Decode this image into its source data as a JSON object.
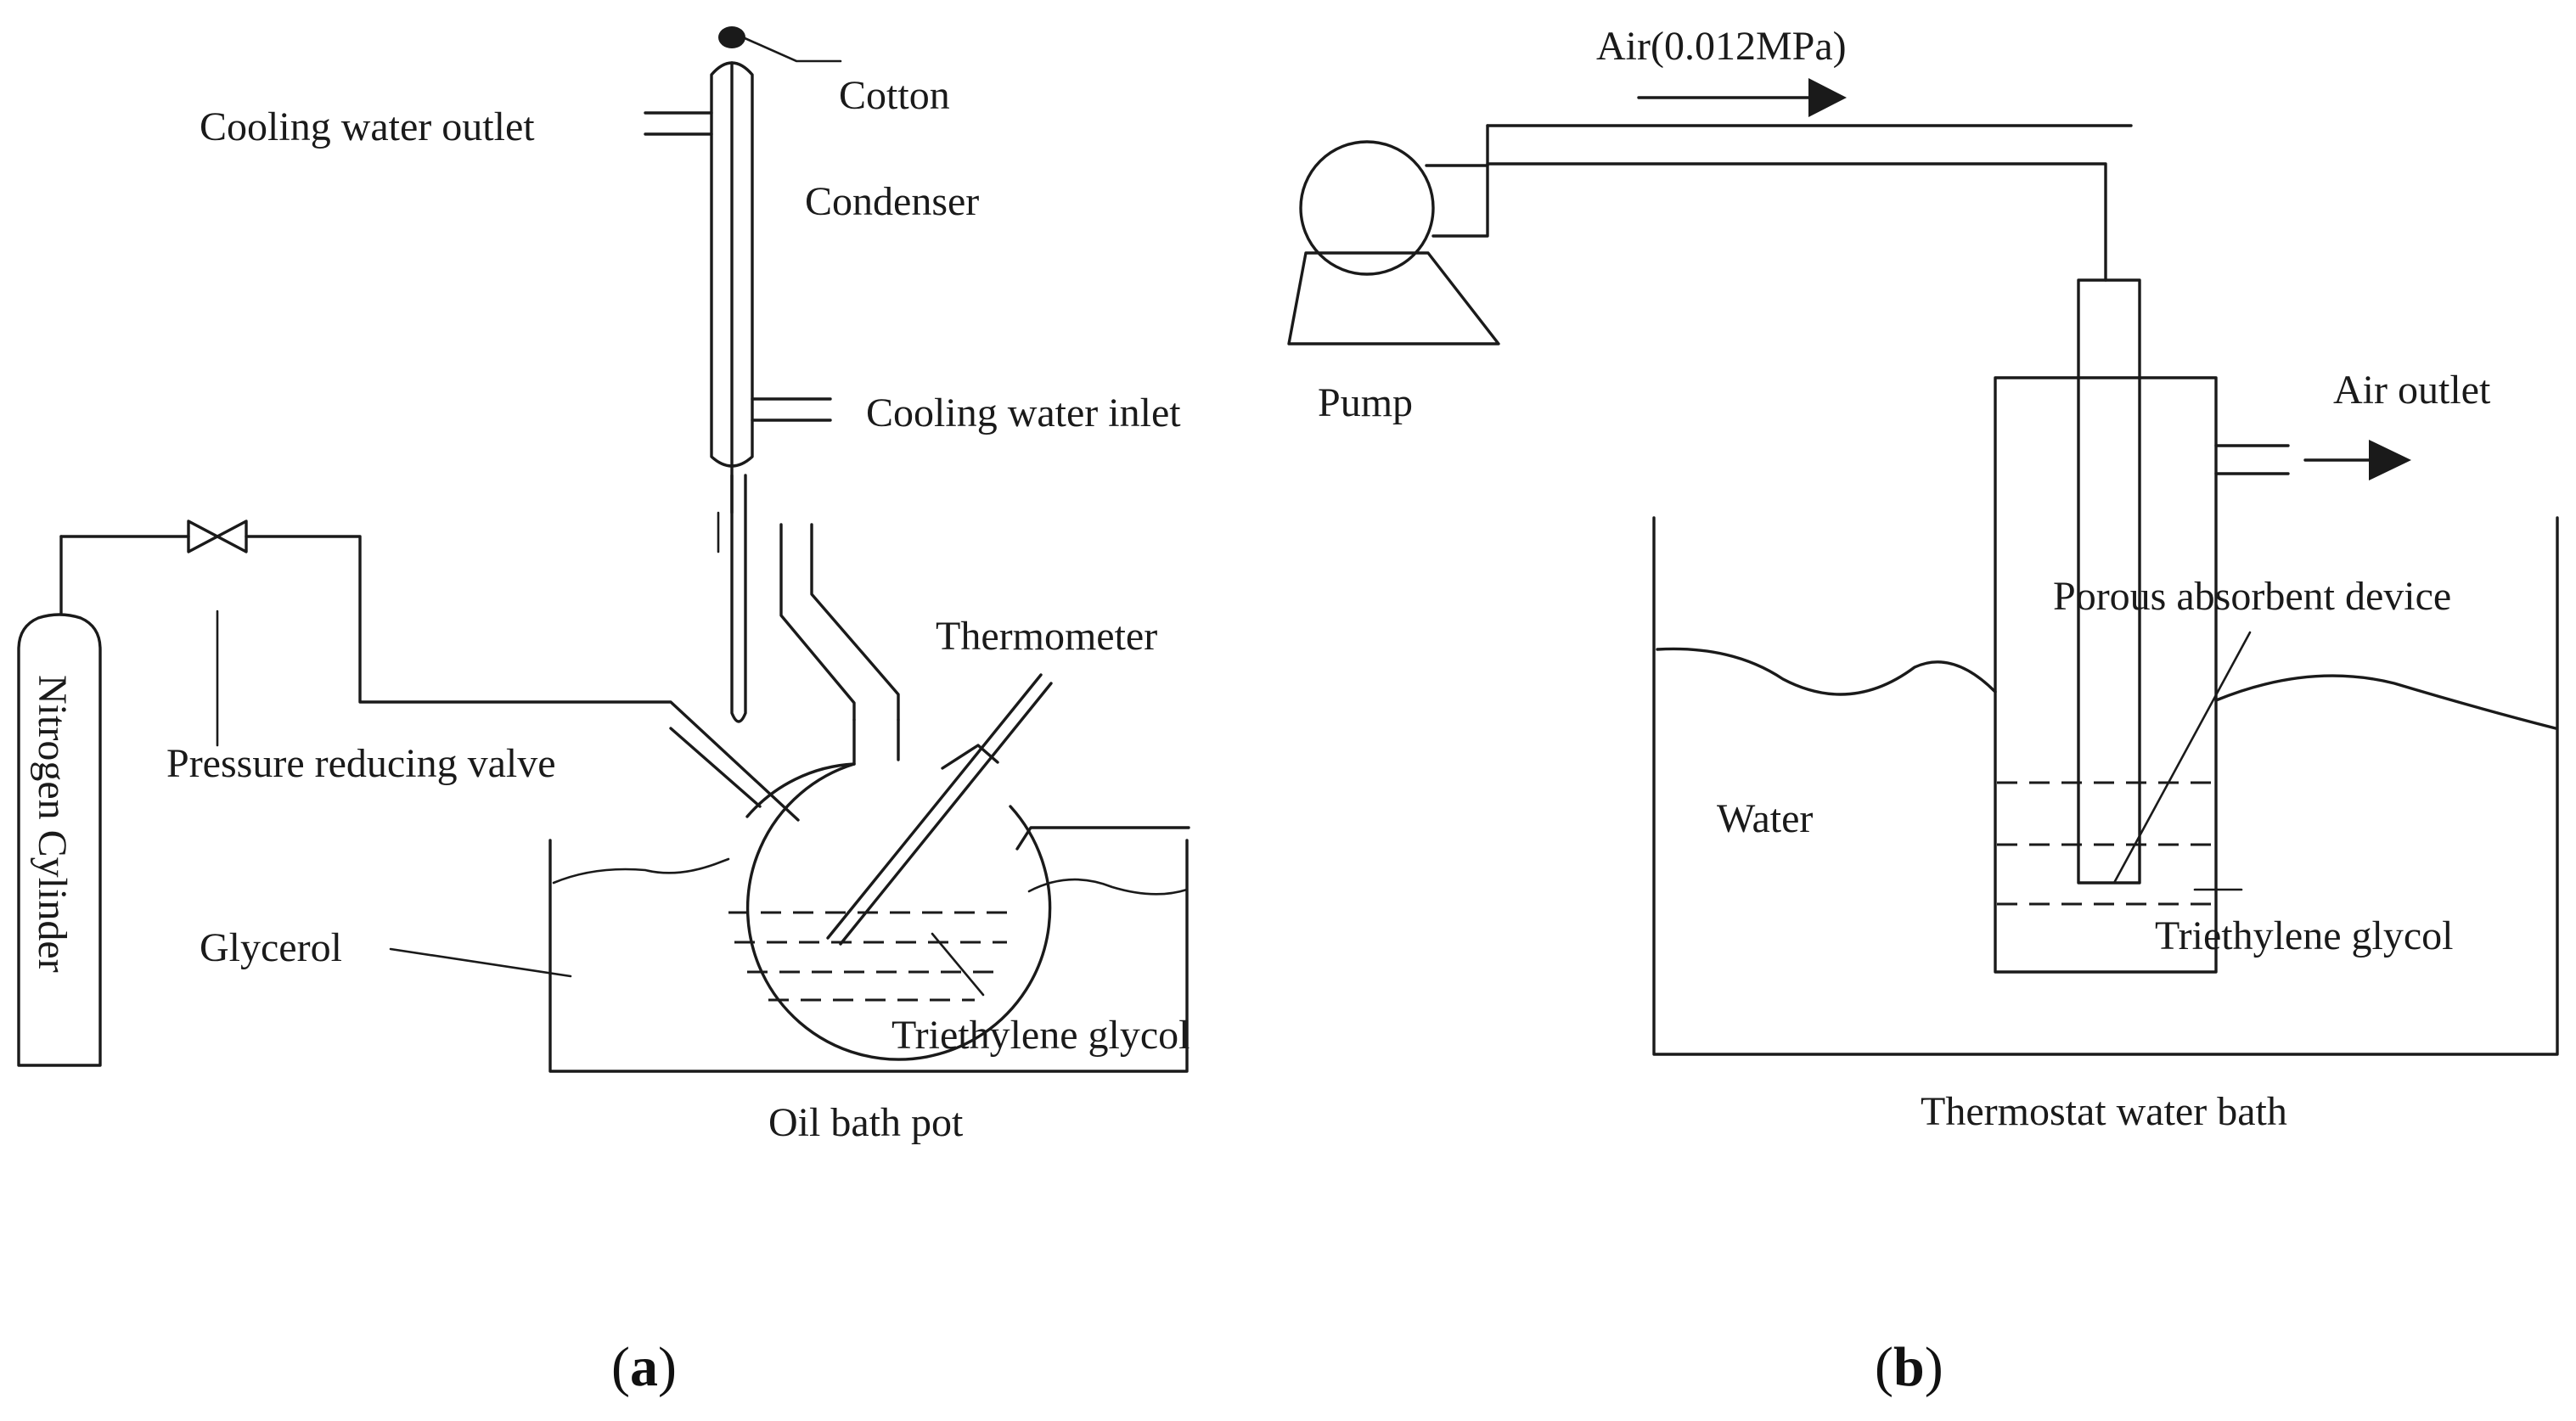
{
  "panel_a": {
    "label_prefix": "(",
    "label_letter": "a",
    "label_suffix": ")",
    "labels": {
      "cotton": "Cotton",
      "cooling_water_outlet": "Cooling water outlet",
      "condenser": "Condenser",
      "cooling_water_inlet": "Cooling water inlet",
      "thermometer": "Thermometer",
      "pressure_reducing_valve": "Pressure reducing valve",
      "nitrogen_cylinder": "Nitrogen Cylinder",
      "glycerol": "Glycerol",
      "triethylene_glycol": "Triethylene glycol",
      "oil_bath_pot": "Oil bath pot"
    }
  },
  "panel_b": {
    "label_prefix": "(",
    "label_letter": "b",
    "label_suffix": ")",
    "labels": {
      "air_in": "Air(0.012MPa)",
      "pump": "Pump",
      "air_outlet": "Air outlet",
      "porous_absorbent_device": "Porous absorbent device",
      "water": "Water",
      "triethylene_glycol": "Triethylene glycol",
      "thermostat_water_bath": "Thermostat water bath"
    }
  },
  "colors": {
    "ink": "#1a1a1a",
    "background": "#ffffff"
  }
}
